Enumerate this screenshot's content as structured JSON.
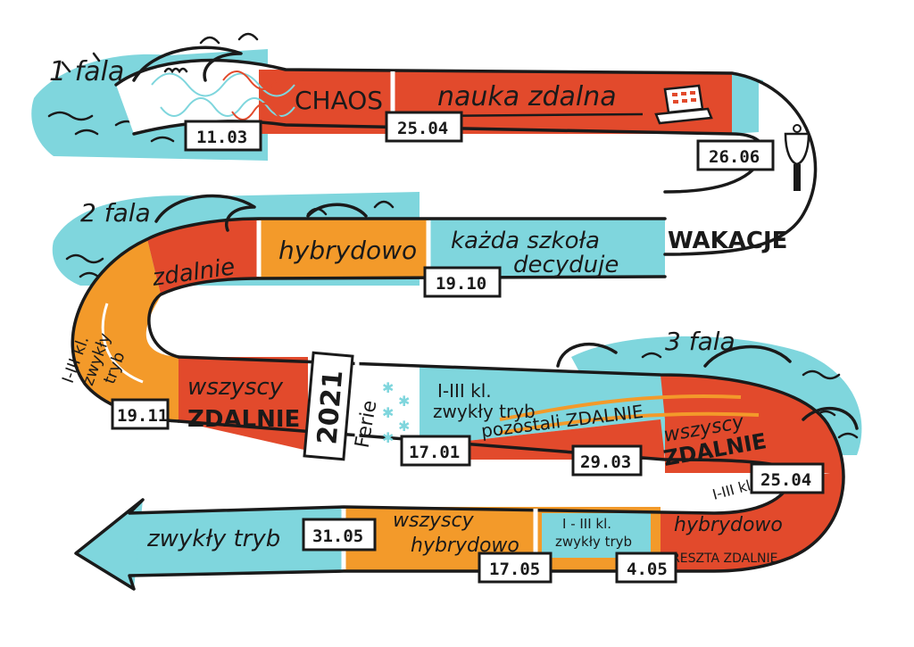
{
  "colors": {
    "red": "#e24a2c",
    "orange": "#f39a2a",
    "cyan": "#7fd6dd",
    "white": "#ffffff",
    "ink": "#1a1a1a"
  },
  "waves": {
    "wave1": "1 fala",
    "wave2": "2 fala",
    "wave3": "3 fala"
  },
  "row1": {
    "chaos": "CHAOS",
    "remote_learning": "nauka zdalna",
    "holidays": "WAKACJE"
  },
  "row2": {
    "each_school_decides_line1": "każda szkoła",
    "each_school_decides_line2": "decyduje",
    "hybrid": "hybrydowo",
    "remote": "zdalnie"
  },
  "left_bend": {
    "line1": "I-III kl.",
    "line2": "zwykły",
    "line3": "tryb"
  },
  "row3": {
    "all_line1": "wszyscy",
    "all_line2": "ZDALNIE",
    "year": "2021",
    "winter_break": "Ferie",
    "grades_line1": "I-III kl.",
    "grades_line2": "zwykły tryb",
    "others_remote": "pozostali ZDALNIE",
    "all_remote_line1": "wszyscy",
    "all_remote_line2": "ZDALNIE"
  },
  "row4": {
    "grades_hybrid_line1": "I-III kl.",
    "grades_hybrid_line2": "hybrydowo",
    "rest_remote": "RESZTA ZDALNIE",
    "grades_normal_line1": "I - III kl.",
    "grades_normal_line2": "zwykły tryb",
    "all_hybrid_line1": "wszyscy",
    "all_hybrid_line2": "hybrydowo",
    "normal_mode": "zwykły tryb"
  },
  "dates": {
    "d1103": "11.03",
    "d2504a": "25.04",
    "d2606": "26.06",
    "d1910": "19.10",
    "d1911": "19.11",
    "d1701": "17.01",
    "d2903": "29.03",
    "d2504b": "25.04",
    "d0405": "4.05",
    "d1705": "17.05",
    "d3105": "31.05"
  },
  "icons": [
    "laptop-icon",
    "school-bell-icon",
    "snowflake-icon",
    "arrow-head-icon",
    "wave-crest-icon"
  ]
}
